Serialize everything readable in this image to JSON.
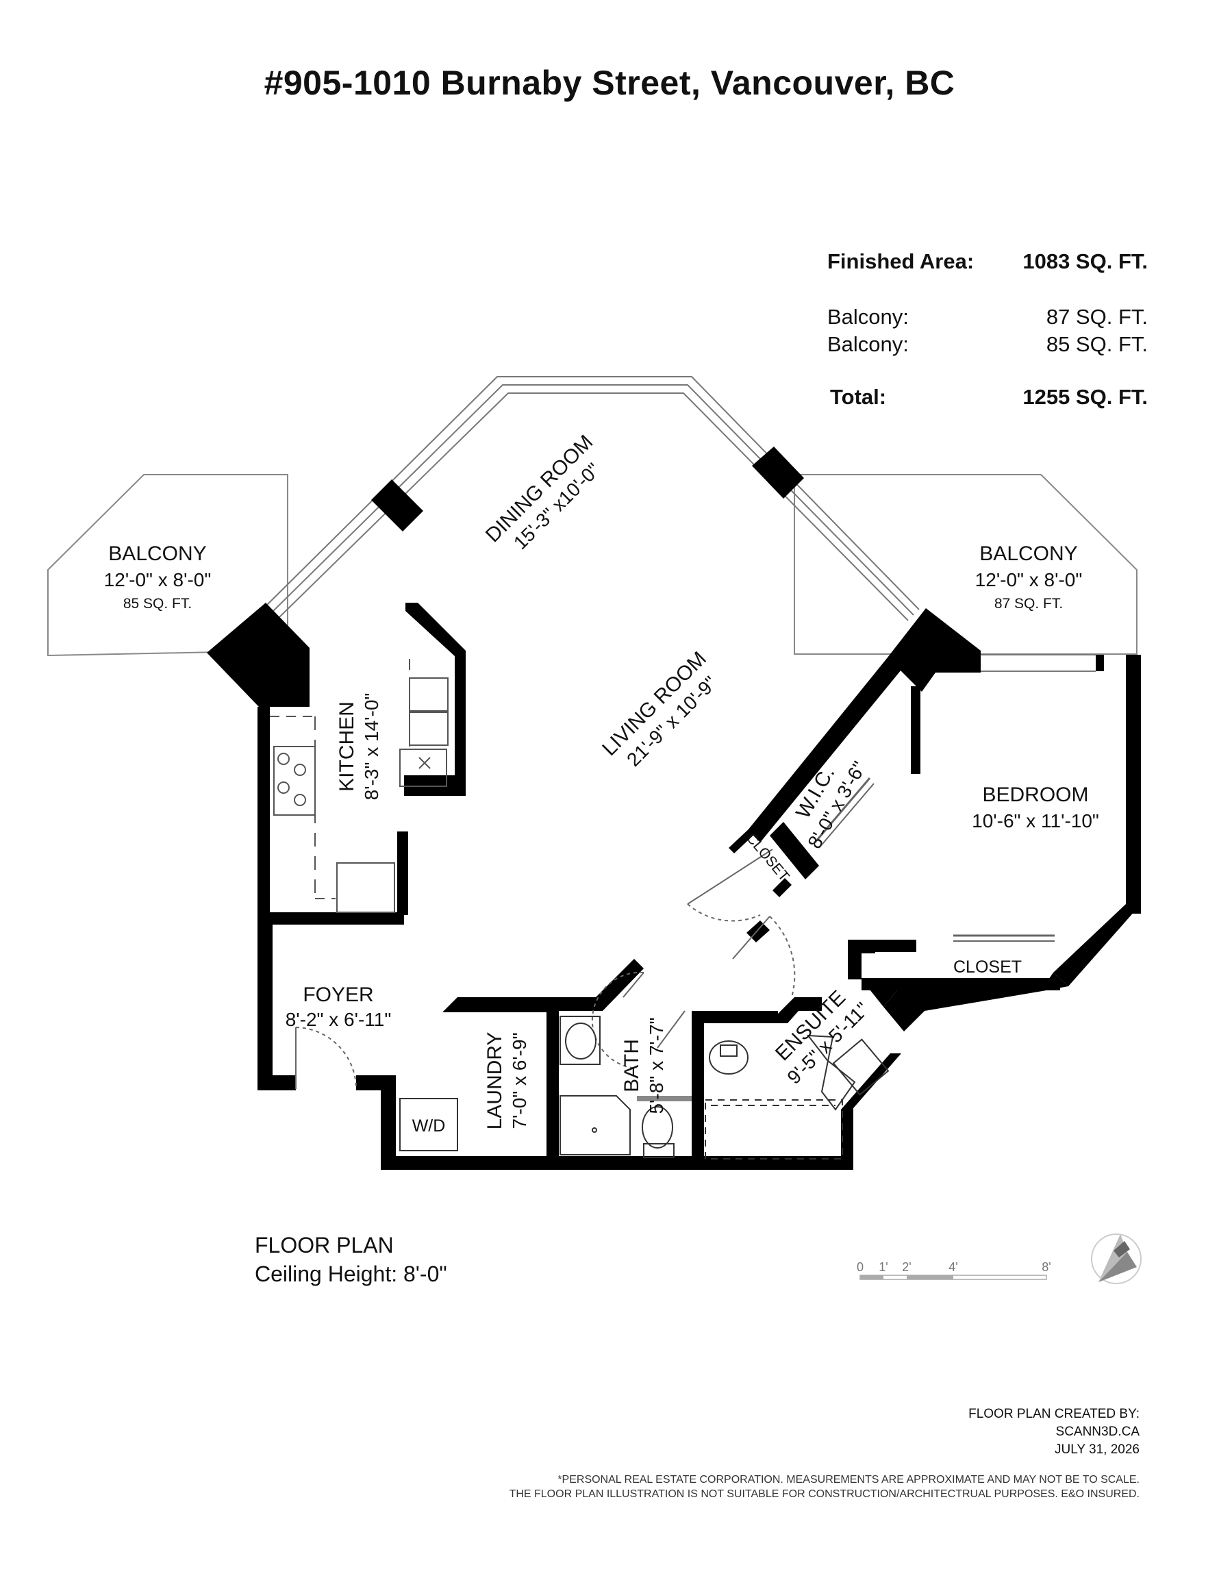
{
  "header": {
    "title": "#905-1010 Burnaby Street, Vancouver, BC"
  },
  "areas": {
    "finished": {
      "label": "Finished Area:",
      "value": "1083 SQ. FT."
    },
    "balcony_1": {
      "label": "Balcony:",
      "value": "87 SQ. FT."
    },
    "balcony_2": {
      "label": "Balcony:",
      "value": "85 SQ. FT."
    },
    "total": {
      "label": "Total:",
      "value": "1255 SQ. FT."
    }
  },
  "rooms": {
    "balcony_left": {
      "name": "BALCONY",
      "dims": "12'-0\" x 8'-0\"",
      "sqft": "85 SQ. FT."
    },
    "balcony_right": {
      "name": "BALCONY",
      "dims": "12'-0\" x 8'-0\"",
      "sqft": "87 SQ. FT."
    },
    "dining_room": {
      "name": "DINING ROOM",
      "dims": "15'-3\" x10'-0\""
    },
    "living_room": {
      "name": "LIVING ROOM",
      "dims": "21'-9\" x 10'-9\""
    },
    "kitchen": {
      "name": "KITCHEN",
      "dims": "8'-3\" x 14'-0\""
    },
    "wic": {
      "name": "W.I.C.",
      "dims": "8'-0\" x 3'-6\""
    },
    "closet_small": {
      "name": "CLOSET"
    },
    "bedroom": {
      "name": "BEDROOM",
      "dims": "10'-6\" x 11'-10\""
    },
    "closet_bedroom": {
      "name": "CLOSET"
    },
    "foyer": {
      "name": "FOYER",
      "dims": "8'-2\" x 6'-11\""
    },
    "laundry": {
      "name": "LAUNDRY",
      "dims": "7'-0\" x 6'-9\""
    },
    "bath": {
      "name": "BATH",
      "dims": "5'-8\" x 7'-7\""
    },
    "ensuite": {
      "name": "ENSUITE",
      "dims": "9'-5\" x 5'-11\""
    }
  },
  "fixtures": {
    "washer_dryer": "W/D"
  },
  "floor_plan": {
    "label": "FLOOR PLAN",
    "ceiling": "Ceiling Height: 8'-0\""
  },
  "scale_bar": {
    "ticks": [
      "0",
      "1'",
      "2'",
      "4'",
      "8'"
    ]
  },
  "credits": {
    "line1": "FLOOR PLAN CREATED BY:",
    "line2": "SCANN3D.CA",
    "line3": "JULY 31, 2026"
  },
  "disclaimer": {
    "line1": "*PERSONAL REAL ESTATE CORPORATION. MEASUREMENTS ARE APPROXIMATE AND MAY NOT BE TO SCALE.",
    "line2": "THE FLOOR PLAN ILLUSTRATION IS NOT SUITABLE FOR CONSTRUCTION/ARCHITECTRUAL PURPOSES. E&O INSURED."
  }
}
